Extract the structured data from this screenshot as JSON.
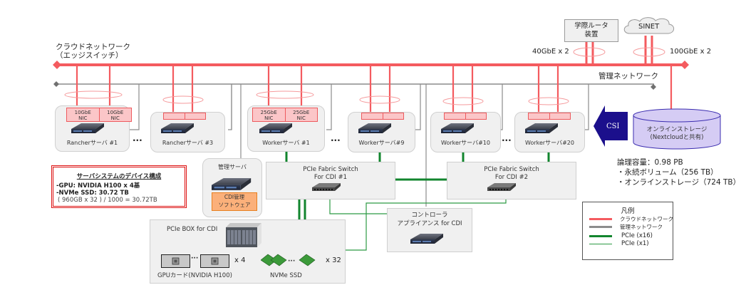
{
  "colors": {
    "cloud_net": "#f45b5f",
    "mgmt_net": "#8c8c8c",
    "pcie_x16": "#12852e",
    "pcie_x1": "#2c9a44",
    "csi_arrow": "#1b0f8c",
    "storage_fill": "#d5ccf4",
    "storage_stroke": "#3b2db0"
  },
  "networks": {
    "cloud": {
      "label_line1": "クラウドネットワーク",
      "label_line2": "（エッジスイッチ）"
    },
    "mgmt": {
      "label": "管理ネットワーク"
    }
  },
  "external": {
    "router": {
      "line1": "学際ルータ",
      "line2": "装置",
      "link": "40GbE x 2"
    },
    "sinet": {
      "label": "SINET",
      "link": "100GbE x 2"
    }
  },
  "servers": [
    {
      "id": "rancher1",
      "label": "Rancherサーバ #1",
      "nics": [
        "10GbE NIC",
        "10GbE NIC"
      ]
    },
    {
      "id": "rancher3",
      "label": "Rancherサーバ #3",
      "nics": [
        "",
        ""
      ]
    },
    {
      "id": "worker1",
      "label": "Workerサーバ #1",
      "nics": [
        "25GbE NIC",
        "25GbE NIC"
      ]
    },
    {
      "id": "worker9",
      "label": "Workerサーバ#9",
      "nics": [
        "",
        ""
      ]
    },
    {
      "id": "worker10",
      "label": "Workerサーバ#10",
      "nics": [
        "",
        ""
      ]
    },
    {
      "id": "worker20",
      "label": "Workerサーバ#20",
      "nics": [
        "",
        ""
      ]
    }
  ],
  "nic_labels": {
    "n10a1": "10GbE",
    "n10a2": "NIC",
    "n10b1": "10GbE",
    "n10b2": "NIC",
    "n25a1": "25GbE",
    "n25a2": "NIC",
    "n25b1": "25GbE",
    "n25b2": "NIC"
  },
  "ellipsis": "···",
  "mgmt_server": {
    "label": "管理サーバ",
    "software_line1": "CDI管理",
    "software_line2": "ソフトウェア"
  },
  "pcie_switches": [
    {
      "line1": "PCIe Fabric Switch",
      "line2": "For CDI #1"
    },
    {
      "line1": "PCIe Fabric Switch",
      "line2": "For CDI #2"
    }
  ],
  "controller": {
    "line1": "コントローラ",
    "line2": "アプライアンス for CDI"
  },
  "pcie_box": {
    "label": "PCIe BOX for CDI",
    "gpu_label": "GPUカード(NVIDIA H100)",
    "gpu_count": "x 4",
    "ssd_label": "NVMe SSD",
    "ssd_count": "x 32"
  },
  "storage": {
    "csi": "CSI",
    "line1": "オンラインストレージ",
    "line2": "(Nextcloudと共有)",
    "capacity": "論理容量：0.98 PB",
    "item1": "・永続ボリューム（256 TB）",
    "item2": "・オンラインストレージ（724 TB）"
  },
  "spec_box": {
    "title": "サーバシステムのデバイス構成",
    "gpu": "-GPU: NVIDIA H100 x 4基",
    "ssd": "-NVMe SSD: 30.72 TB",
    "calc": "( 960GB x 32 ) / 1000 = 30.72TB"
  },
  "legend": {
    "title": "凡例",
    "items": [
      {
        "label": "クラウドネットワーク",
        "type": "cloud"
      },
      {
        "label": "管理ネットワーク",
        "type": "mgmt"
      },
      {
        "label": "PCIe (x16)",
        "type": "x16"
      },
      {
        "label": "PCIe (x1)",
        "type": "x1"
      }
    ]
  }
}
